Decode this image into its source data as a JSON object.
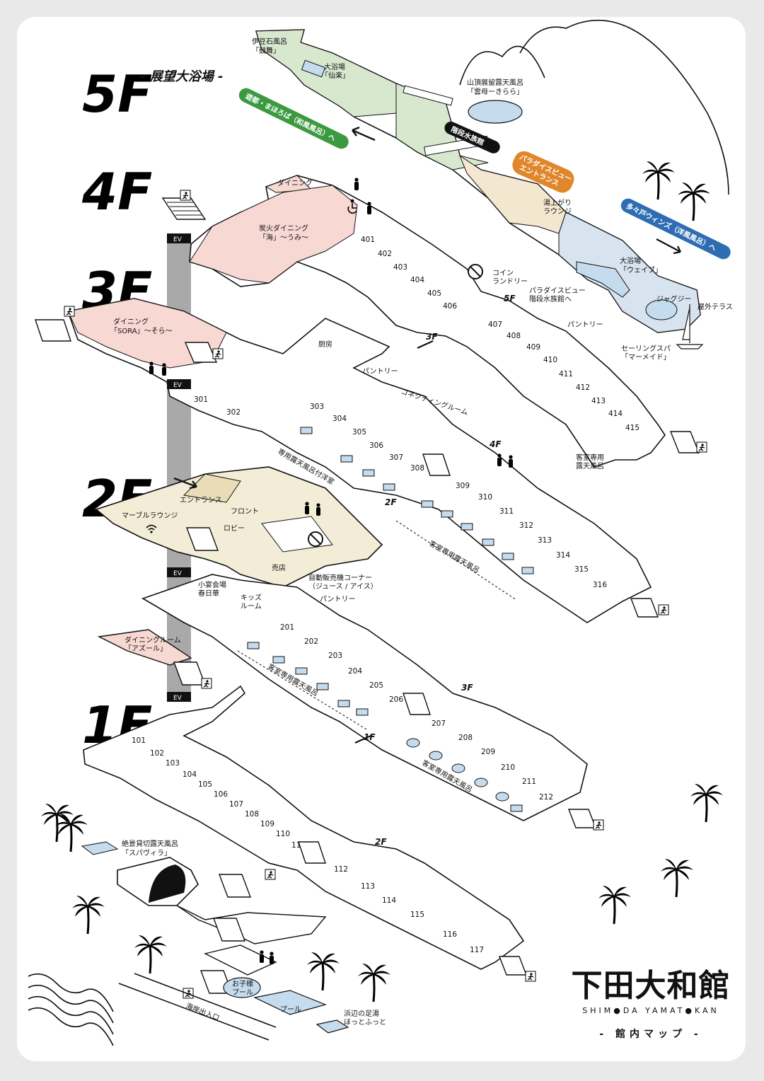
{
  "floors": {
    "f5": "5F",
    "f5_subtitle": "- 展望大浴場 -",
    "f4": "4F",
    "f3": "3F",
    "f2": "2F",
    "f1": "1F"
  },
  "colors": {
    "bath": "#d8e8cf",
    "lounge": "#f4e7cf",
    "dining": "#f7d8d3",
    "lobby": "#f3edd7",
    "ocean": "#d7e4ef",
    "green_banner": "#3b9a3f",
    "orange_banner": "#e0862b",
    "blue_banner": "#2e6db2",
    "elevator": "#a9a9a9",
    "bath_blue": "#c5dcee"
  },
  "labels_5f": {
    "izu_bath": "伊豆石風呂",
    "izu_bath_name": "「鼓舞」",
    "large_bath": "大浴場",
    "large_bath_name": "「仙楽」",
    "mountain_bath": "山頂展留露天風呂",
    "mountain_bath_name": "「雲母ーきらら」",
    "stair_aquarium": "階段水族館",
    "paradise_entrance_1": "パラダイスビュー",
    "paradise_entrance_2": "エントランス",
    "yuagari_1": "湯上がり",
    "yuagari_2": "ラウンジ",
    "wave_bath": "大浴場",
    "wave_bath_name": "「ウェイブ」",
    "jacuzzi": "ジャグジー",
    "terrace": "屋外テラス",
    "sailing_spa": "セーリングスパ",
    "sailing_spa_name": "「マーメイド」",
    "green_banner": "遊都・まほろば（和風風呂）へ",
    "blue_banner": "多々戸ウィンズ（洋風風呂）へ"
  },
  "labels_4f": {
    "dining": "ダイニング",
    "sumibi_1": "炭火ダイニング",
    "sumibi_2": "「海」～うみ～",
    "rooms": [
      "401",
      "402",
      "403",
      "404",
      "405",
      "406",
      "407",
      "408",
      "409",
      "410",
      "411",
      "412",
      "413",
      "414",
      "415"
    ],
    "coin_1": "コイン",
    "coin_2": "ランドリー",
    "to_5f": "5F",
    "paradise_1": "パラダイスビュー",
    "paradise_2": "階段水族館へ",
    "pantry": "パントリー",
    "to_3f": "3F",
    "private_bath_1": "客室専用",
    "private_bath_2": "露天風呂",
    "ev": "EV"
  },
  "labels_3f": {
    "dining_1": "ダイニング",
    "dining_2": "「SORA」～そら～",
    "kitchen": "厨房",
    "pantry": "パントリー",
    "connecting": "コネクティングルーム",
    "rooms": [
      "301",
      "302",
      "303",
      "304",
      "305",
      "306",
      "307",
      "308",
      "309",
      "310",
      "311",
      "312",
      "313",
      "314",
      "315",
      "316"
    ],
    "outdoor_bath_room": "専用露天風呂付洋室",
    "to_4f": "4F",
    "to_2f": "2F",
    "private_bath": "客室専用露天風呂",
    "ev": "EV"
  },
  "labels_2f": {
    "entrance": "エントランス",
    "front": "フロント",
    "marble": "マーブルラウンジ",
    "lobby": "ロビー",
    "shop": "売店",
    "vending_1": "自動販売機コーナー",
    "vending_2": "（ジュース / アイス）",
    "pantry": "パントリー",
    "small_hall_1": "小宴会場",
    "small_hall_2": "春日華",
    "kids_1": "キッズ",
    "kids_2": "ルーム",
    "rooms": [
      "201",
      "202",
      "203",
      "204",
      "205",
      "206",
      "207",
      "208",
      "209",
      "210",
      "211",
      "212"
    ],
    "private_bath": "客室専用露天風呂",
    "to_3f": "3F",
    "to_1f": "1F",
    "ev": "EV"
  },
  "labels_1f": {
    "azur_1": "ダイニングルーム",
    "azur_2": "「アズール」",
    "rooms": [
      "101",
      "102",
      "103",
      "104",
      "105",
      "106",
      "107",
      "108",
      "109",
      "110",
      "111",
      "112",
      "113",
      "114",
      "115",
      "116",
      "117"
    ],
    "to_2f": "2F",
    "spavilla_1": "絶景貸切露天風呂",
    "spavilla_2": "「スパヴィラ」",
    "kids_pool_1": "お子様",
    "kids_pool_2": "プール",
    "pool": "プール",
    "footbath_1": "浜辺の足湯",
    "footbath_2": "ほっとふっと",
    "beach": "海岸出入口",
    "ev": "EV"
  },
  "logo": {
    "name": "下田大和館",
    "romaji": "SHIM●DA YAMAT●KAN",
    "subtitle": "- 館内マップ -"
  }
}
